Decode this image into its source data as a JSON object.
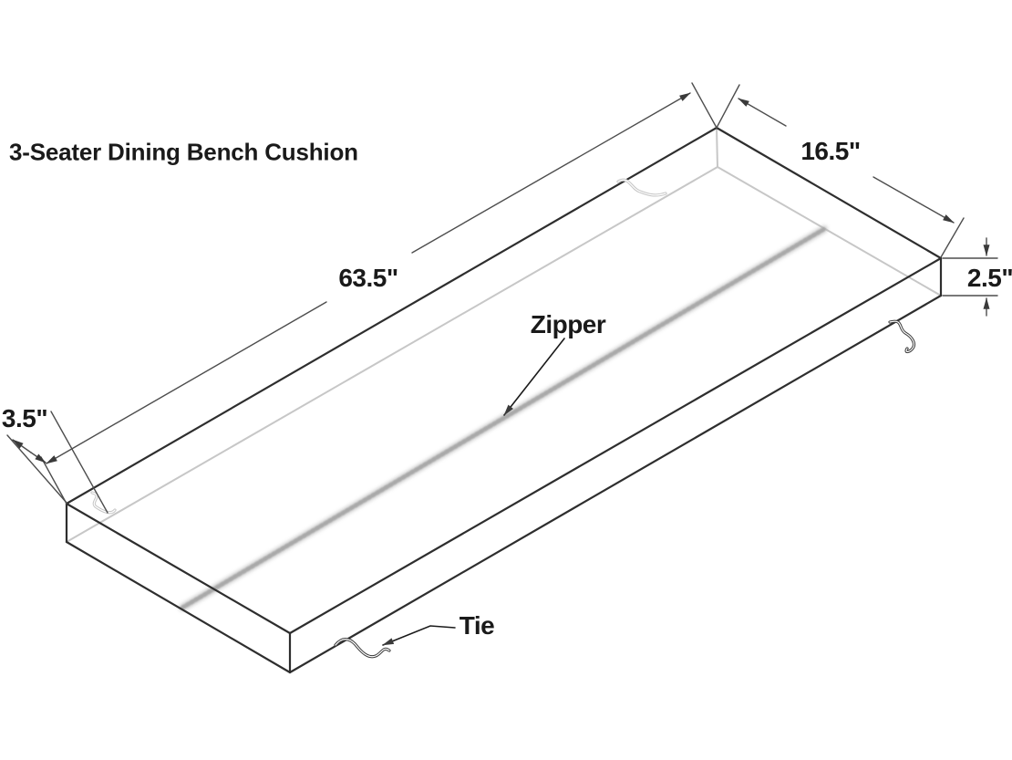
{
  "title": "3-Seater Dining Bench Cushion",
  "dimensions": {
    "length": "63.5\"",
    "width": "16.5\"",
    "thickness": "2.5\"",
    "tie_offset": "3.5\""
  },
  "annotations": {
    "zipper": "Zipper",
    "tie": "Tie"
  },
  "parts": [
    "cushion-top-face",
    "cushion-front-left-face",
    "cushion-front-right-face",
    "hidden-bottom-edges",
    "zipper-line-on-bottom-panel",
    "corner-ties"
  ],
  "colors": {
    "background": "#ffffff",
    "edge": "#2e2e2e",
    "hidden": "#c7c7c7",
    "dimension": "#4d4d4d",
    "zipper_line": "#b3b3b3",
    "text": "#1a1a1a"
  }
}
